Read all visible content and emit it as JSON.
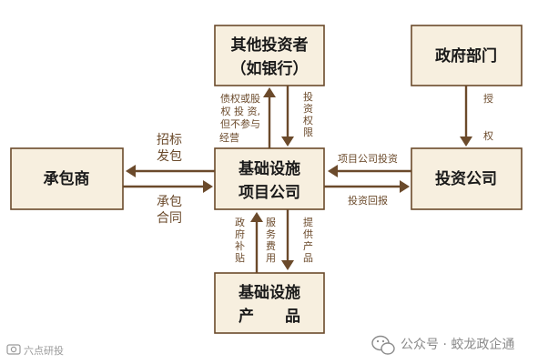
{
  "colors": {
    "box_fill": "#f7efdf",
    "stroke": "#6b4a2b",
    "text": "#1a1a1a"
  },
  "nodes": {
    "other_investors": [
      "其他投资者",
      "（如银行）"
    ],
    "government": "政府部门",
    "contractor": "承包商",
    "project_company": [
      "基础设施",
      "项目公司"
    ],
    "investment_company": "投资公司",
    "infrastructure_product": [
      "基础设施",
      "产　　品"
    ]
  },
  "edges": {
    "debt_equity": [
      "债权或股",
      "权 投 资,",
      "但不参与",
      "经营"
    ],
    "investment_rights": [
      "投",
      "资",
      "权",
      "限"
    ],
    "authorization": [
      "授",
      "权"
    ],
    "tender_package": [
      "招标",
      "发包"
    ],
    "contract": [
      "承包",
      "合同"
    ],
    "project_company_investment": "项目公司投资",
    "investment_return": "投资回报",
    "gov_subsidy": [
      "政",
      "府",
      "补",
      "贴"
    ],
    "service_fee": [
      "服",
      "务",
      "费",
      "用"
    ],
    "provide_product": [
      "提",
      "供",
      "产",
      "品"
    ]
  },
  "watermark": {
    "left": "六点研投",
    "right": "公众号 · 蛟龙政企通",
    "icons": [
      "camera-icon",
      "wechat-icon"
    ]
  }
}
